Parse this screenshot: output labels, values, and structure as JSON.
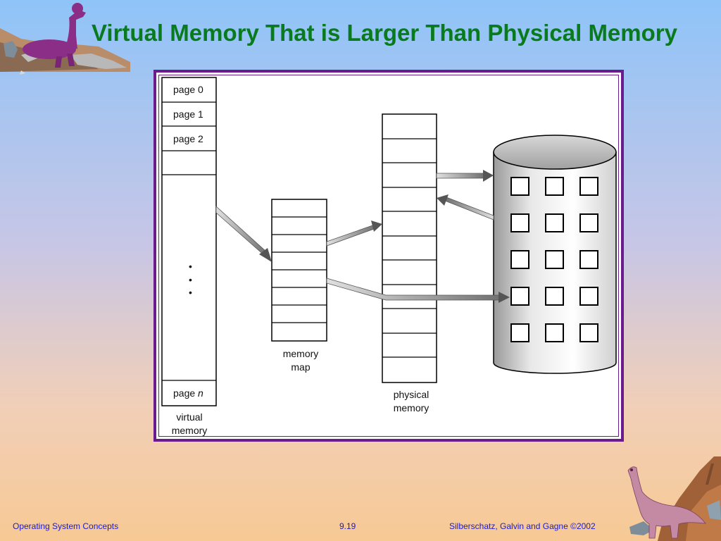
{
  "slide": {
    "title": "Virtual Memory That is Larger Than Physical Memory"
  },
  "diagram": {
    "virtual_memory": {
      "pages": [
        "page 0",
        "page 1",
        "page 2"
      ],
      "ellipsis": "•",
      "last_page_prefix": "page ",
      "last_page_var": "n",
      "label_line1": "virtual",
      "label_line2": "memory"
    },
    "memory_map": {
      "label_line1": "memory",
      "label_line2": "map"
    },
    "physical_memory": {
      "label_line1": "physical",
      "label_line2": "memory"
    }
  },
  "footer": {
    "left": "Operating System Concepts",
    "center": "9.19",
    "right": "Silberschatz, Galvin and  Gagne ©2002"
  },
  "colors": {
    "title": "#0a7a1e",
    "frame": "#6a1c8c",
    "footer_text": "#1a1ad0"
  }
}
